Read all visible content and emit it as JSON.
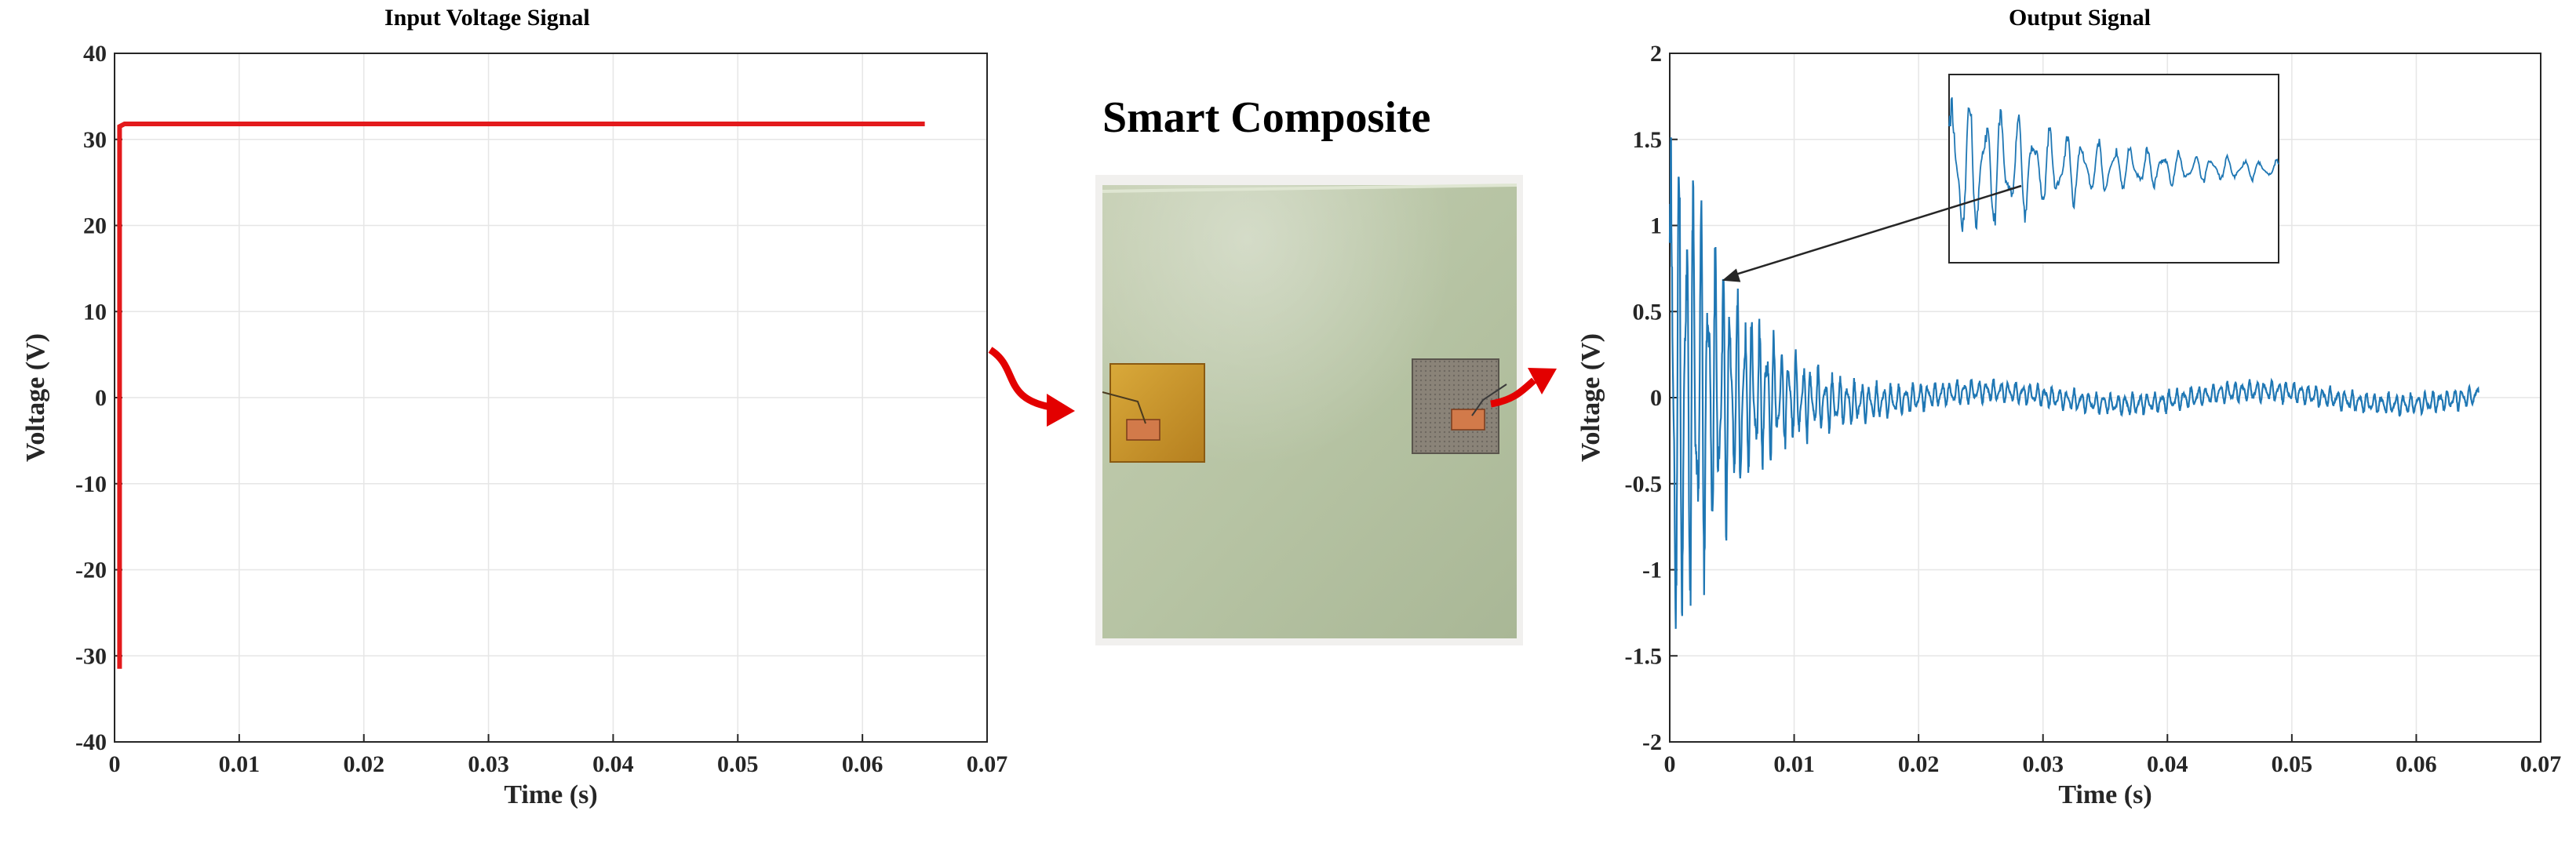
{
  "panels": {
    "input_title": "Input Voltage Signal",
    "output_title": "Output Signal",
    "composite_title": "Smart Composite"
  },
  "colors": {
    "input_line": "#e31a1c",
    "output_line": "#1f77b4",
    "grid": "#e6e6e6",
    "arrow": "#e30000",
    "plate": "#b6c3a3"
  },
  "chart_data": [
    {
      "type": "line",
      "title": "Input Voltage Signal",
      "xlabel": "Time (s)",
      "ylabel": "Voltage (V)",
      "xlim": [
        0,
        0.07
      ],
      "ylim": [
        -40,
        40
      ],
      "xticks": [
        0,
        0.01,
        0.02,
        0.03,
        0.04,
        0.05,
        0.06,
        0.07
      ],
      "xtick_labels": [
        "0",
        "0.01",
        "0.02",
        "0.03",
        "0.04",
        "0.05",
        "0.06",
        "0.07"
      ],
      "yticks": [
        -40,
        -30,
        -20,
        -10,
        0,
        10,
        20,
        30,
        40
      ],
      "ytick_labels": [
        "-40",
        "-30",
        "-20",
        "-10",
        "0",
        "10",
        "20",
        "30",
        "40"
      ],
      "grid": true,
      "series": [
        {
          "x": [
            0.0004,
            0.0004,
            0.0008,
            0.065
          ],
          "y": [
            -31.5,
            31.5,
            31.8,
            31.8
          ]
        }
      ]
    },
    {
      "type": "line",
      "title": "Output Signal",
      "xlabel": "Time (s)",
      "ylabel": "Voltage (V)",
      "xlim": [
        0,
        0.07
      ],
      "ylim": [
        -2,
        2
      ],
      "xticks": [
        0,
        0.01,
        0.02,
        0.03,
        0.04,
        0.05,
        0.06,
        0.07
      ],
      "xtick_labels": [
        "0",
        "0.01",
        "0.02",
        "0.03",
        "0.04",
        "0.05",
        "0.06",
        "0.07"
      ],
      "yticks": [
        -2,
        -1.5,
        -1,
        -0.5,
        0,
        0.5,
        1,
        1.5,
        2
      ],
      "ytick_labels": [
        "-2",
        "-1.5",
        "-1",
        "-0.5",
        "0",
        "0.5",
        "1",
        "1.5",
        "2"
      ],
      "grid": true,
      "signal": {
        "t_end": 0.065,
        "initial_amplitude": 1.8,
        "decay_time": 0.0045,
        "residual_amplitude": 0.06,
        "frequency_hz": 1700,
        "slow_wave_amplitude": 0.04,
        "slow_wave_period": 0.022
      },
      "inset": {
        "xlim": [
          0,
          0.012
        ],
        "annotation_point": [
          0.0042,
          0.68
        ]
      }
    }
  ]
}
